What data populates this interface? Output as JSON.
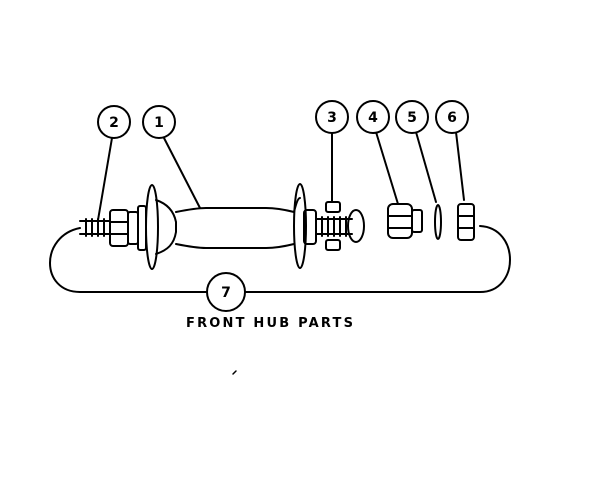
{
  "caption": "FRONT HUB PARTS",
  "callouts": {
    "c1": "1",
    "c2": "2",
    "c3": "3",
    "c4": "4",
    "c5": "5",
    "c6": "6",
    "c7": "7"
  },
  "colors": {
    "ink": "#000000",
    "paper": "#ffffff"
  }
}
